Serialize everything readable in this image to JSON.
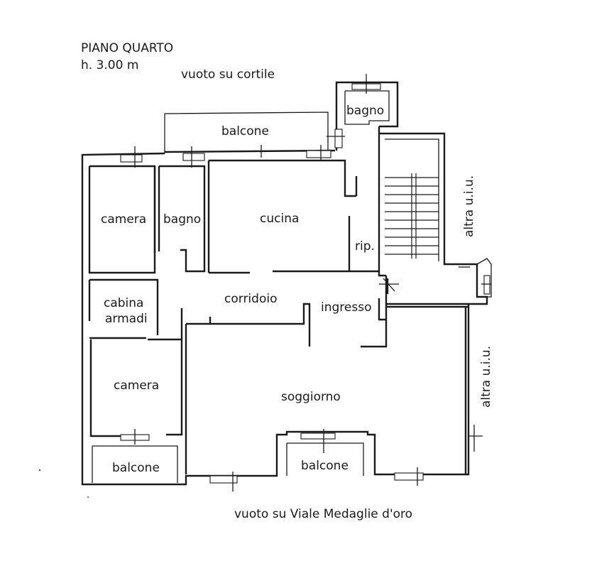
{
  "header": {
    "floor": "PIANO QUARTO",
    "height": "h. 3.00 m"
  },
  "surroundings": {
    "top": "vuoto su cortile",
    "bottom": "vuoto su Viale Medaglie d'oro",
    "right_upper": "altra u.i.u.",
    "right_lower": "altra u.i.u."
  },
  "rooms": {
    "balcone_top": "balcone",
    "bagno_top": "bagno",
    "camera_top": "camera",
    "bagno_mid": "bagno",
    "cucina": "cucina",
    "rip": "rip.",
    "cabina_line1": "cabina",
    "cabina_line2": "armadi",
    "corridoio": "corridoio",
    "ingresso": "ingresso",
    "camera_bottom": "camera",
    "soggiorno": "soggiorno",
    "balcone_bl": "balcone",
    "balcone_bc": "balcone"
  }
}
